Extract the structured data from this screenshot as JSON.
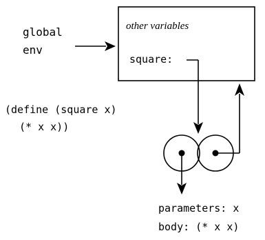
{
  "global_env": {
    "line1": "global",
    "line2": "env"
  },
  "frame": {
    "header": "other variables",
    "binding_label": "square:"
  },
  "define_expr": {
    "line1": "(define (square x)",
    "line2": "(* x x))"
  },
  "procedure": {
    "parameters_text": "parameters: x",
    "body_text": "body: (* x x)"
  },
  "colors": {
    "ink": "#000000",
    "background": "#ffffff"
  }
}
